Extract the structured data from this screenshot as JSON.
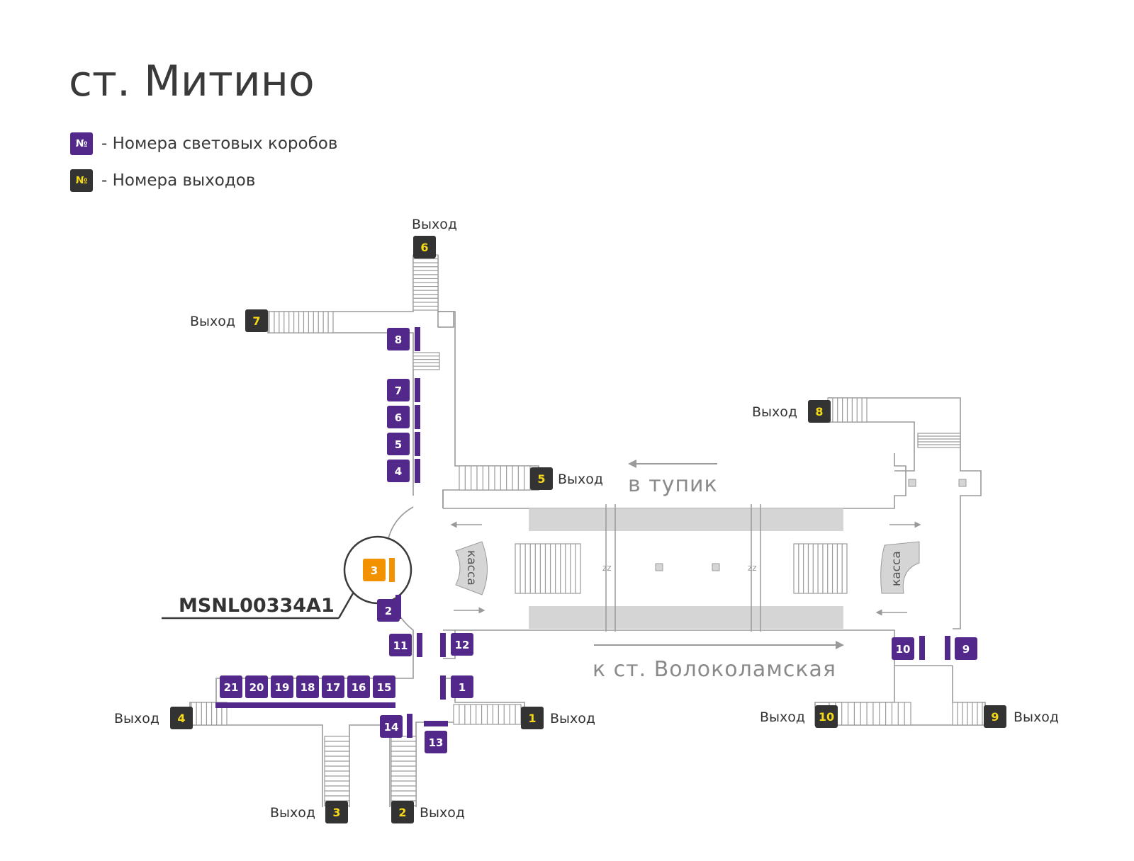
{
  "title": "ст. Митино",
  "legend": [
    {
      "symbol": "№",
      "text": "- Номера световых коробов",
      "color": "#52288a"
    },
    {
      "symbol": "№",
      "text": "- Номера выходов",
      "color": "#333333"
    }
  ],
  "exit_label": "Выход",
  "exits": [
    "1",
    "2",
    "3",
    "4",
    "5",
    "6",
    "7",
    "8",
    "9",
    "10"
  ],
  "lightboxes": [
    "2",
    "4",
    "5",
    "6",
    "7",
    "8",
    "9",
    "10",
    "11",
    "12",
    "13",
    "14",
    "15",
    "16",
    "17",
    "18",
    "19",
    "20",
    "21",
    "1"
  ],
  "highlight": {
    "number": "3",
    "code": "MSNL00334A1",
    "color": "#f39200"
  },
  "directions": {
    "dead_end": "в тупик",
    "toward": "к ст. Волоколамская"
  },
  "kassa": "касса",
  "zz": "zz",
  "colors": {
    "lightbox": "#52288a",
    "exit": "#333333",
    "exit_number": "#f5d918",
    "highlight": "#f39200"
  }
}
